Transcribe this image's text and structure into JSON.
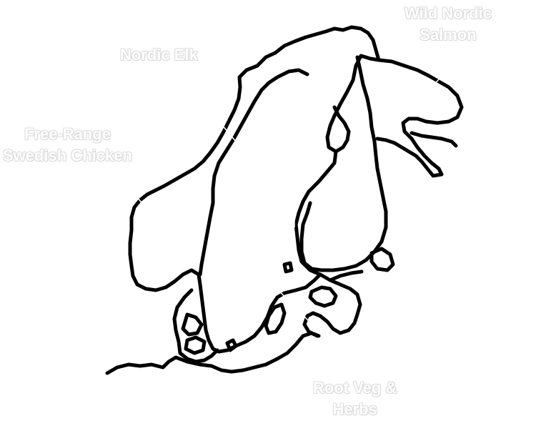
{
  "map": {
    "coast_color": "#000000",
    "label_color": "#ffffff",
    "callouts": {
      "elk": {
        "lines": [
          "Nordic Elk"
        ]
      },
      "chicken": {
        "lines": [
          "Free-Range",
          "Swedish Chicken"
        ]
      },
      "salmon": {
        "lines": [
          "Wild Nordic",
          "Salmon"
        ]
      },
      "rootveg": {
        "lines": [
          "Root Veg &",
          "Herbs"
        ]
      }
    }
  }
}
